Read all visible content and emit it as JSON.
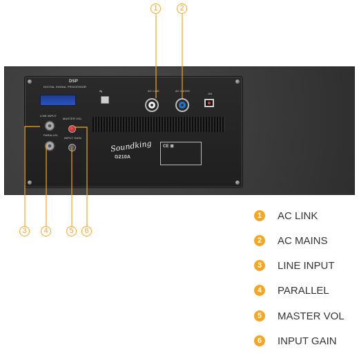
{
  "callouts": [
    "1",
    "2",
    "3",
    "4",
    "5",
    "6"
  ],
  "legend": {
    "items": [
      {
        "num": "1",
        "label": "AC LINK"
      },
      {
        "num": "2",
        "label": "AC MAINS"
      },
      {
        "num": "3",
        "label": "LINE INPUT"
      },
      {
        "num": "4",
        "label": "PARALLEL"
      },
      {
        "num": "5",
        "label": "MASTER VOL"
      },
      {
        "num": "6",
        "label": "INPUT GAIN"
      }
    ]
  },
  "panel": {
    "dsp_title": "DSP",
    "dsp_subtitle": "DIGITAL SIGNAL PROCESSOR",
    "ac_link_label": "AC LINK",
    "ac_mains_label": "AC MAINS",
    "on_label": "ON",
    "line_input_label": "LINE INPUT",
    "parallel_label": "PARALLEL",
    "master_vol_label": "MASTER VOL",
    "input_gain_label": "INPUT GAIN",
    "brand": "Soundking",
    "model": "G210A",
    "cert_marks": "CE  ⊠"
  },
  "colors": {
    "accent": "#f5a623",
    "power_blue": "#1e78d6"
  }
}
